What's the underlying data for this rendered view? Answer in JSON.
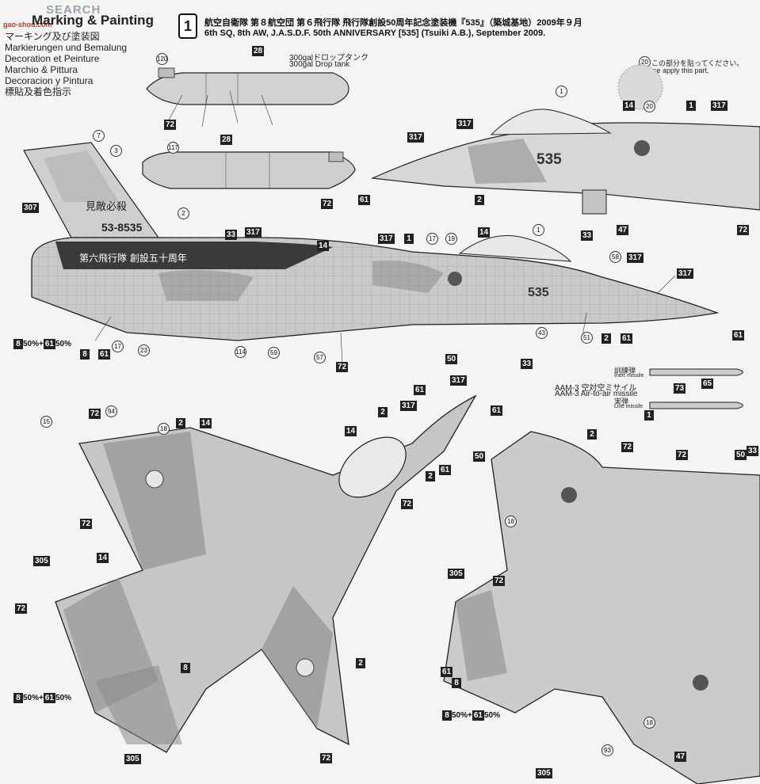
{
  "watermark": {
    "brand": "SEARCH",
    "url": "gao-shou.com"
  },
  "title": "Marking & Painting",
  "languages": [
    "マーキング及び塗装図",
    "Markierungen und Bemalung",
    "Decoration et Peinture",
    "Marchio & Pittura",
    "Decoracion y Pintura",
    "標貼及着色指示"
  ],
  "step": "1",
  "header": {
    "line1": "航空自衛隊 第８航空団 第６飛行隊 飛行隊創設50周年記念塗装機『535』（築城基地）2009年９月",
    "line2": "6th SQ, 8th AW, J.A.S.D.F. 50th ANNIVERSARY [535] (Tsuiki A.B.), September 2009."
  },
  "drop_tank": {
    "jp": "300galドロップタンク",
    "en": "300gal Drop tank"
  },
  "decal_note": {
    "num": "20",
    "jp": "この部分を貼ってください。",
    "en": "Please apply this part."
  },
  "aircraft": {
    "nose_number": "535",
    "tail_serial": "53-8535",
    "tail_kanji": "見敵必殺",
    "stripe_text": "第六飛行隊 創設五十周年"
  },
  "missile": {
    "jp": "AAM-3 空対空ミサイル",
    "en": "AAM-3 Air-to-air missile",
    "inert_jp": "訓練弾",
    "inert_en": "Inert missile",
    "live_jp": "実弾",
    "live_en": "Live missile"
  },
  "color_mix": {
    "a": "8",
    "a_pct": "50%",
    "b": "61",
    "b_pct": "50%"
  },
  "colors": {
    "paint": [
      "2",
      "14",
      "72",
      "317",
      "33",
      "305",
      "61",
      "47",
      "8",
      "50",
      "1",
      "73",
      "65"
    ]
  }
}
